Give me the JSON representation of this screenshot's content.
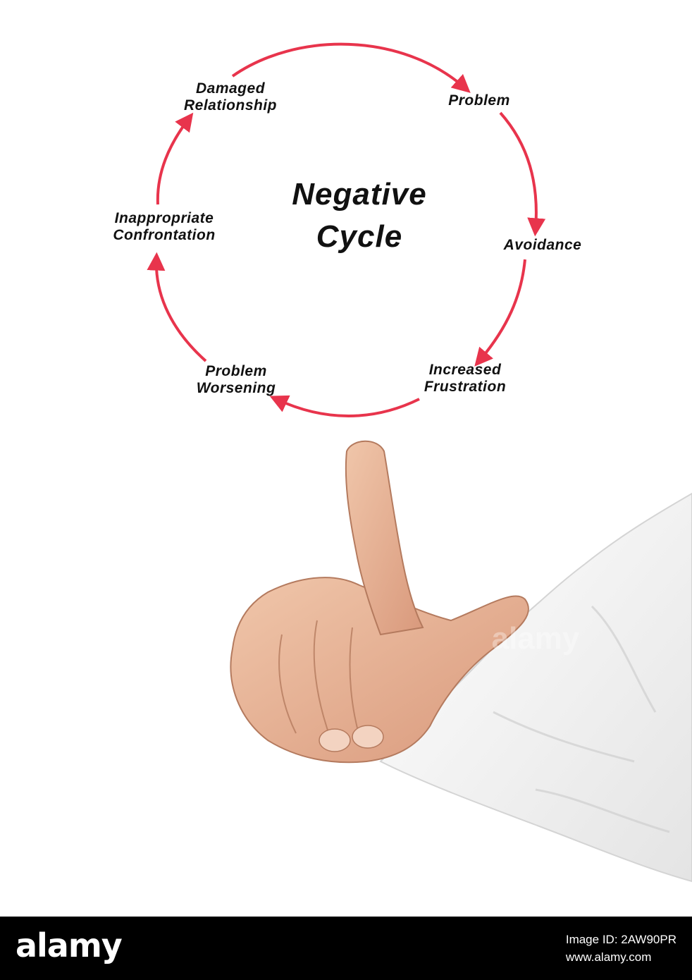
{
  "diagram": {
    "title_line1": "Negative",
    "title_line2": "Cycle",
    "arrow_color": "#e8344c",
    "nodes": [
      {
        "line1": "Problem",
        "line2": ""
      },
      {
        "line1": "Avoidance",
        "line2": ""
      },
      {
        "line1": "Increased",
        "line2": "Frustration"
      },
      {
        "line1": "Problem",
        "line2": "Worsening"
      },
      {
        "line1": "Inappropriate",
        "line2": "Confrontation"
      },
      {
        "line1": "Damaged",
        "line2": "Relationship"
      }
    ]
  },
  "photo": {
    "subject": "hand-pointing-up",
    "sleeve_color": "#f3f3f3",
    "skin_color": "#e8b89c"
  },
  "watermark": "alamy",
  "footer": {
    "logo": "alamy",
    "image_id": "Image ID: 2AW90PR",
    "site": "www.alamy.com"
  }
}
